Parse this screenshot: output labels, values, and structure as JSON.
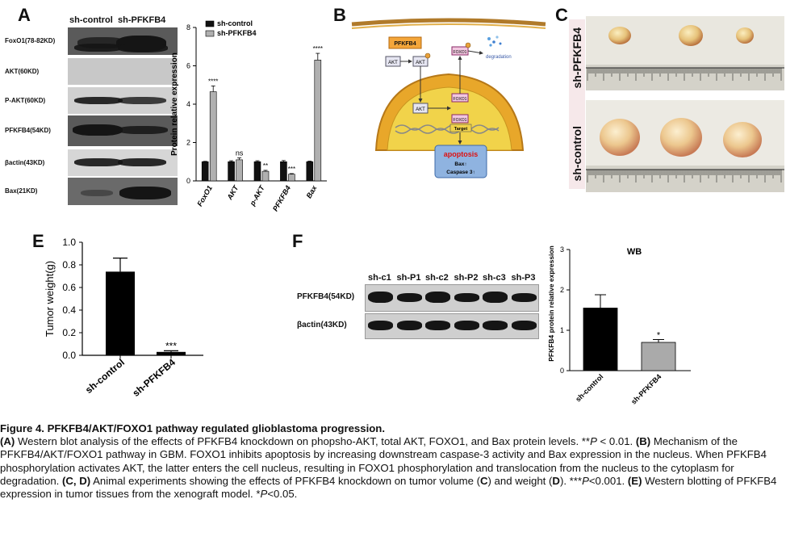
{
  "panels": {
    "a": "A",
    "b": "B",
    "c": "C",
    "e": "E",
    "f": "F"
  },
  "blot_a": {
    "columns": [
      "sh-control",
      "sh-PFKFB4"
    ],
    "rows": [
      "FoxO1(78-82KD)",
      "AKT(60KD)",
      "P-AKT(60KD)",
      "PFKFB4(54KD)",
      "βactin(43KD)",
      "Bax(21KD)"
    ]
  },
  "mechanism": {
    "pfkfb4": "PFKFB4",
    "akt": "AKT",
    "foxo1": "FOXO1",
    "degradation": "degradation",
    "target": "Target",
    "apoptosis": "apoptosis",
    "bax": "Bax↑",
    "caspase": "Caspase 3↑"
  },
  "photos": {
    "top_label": "sh-PFKFB4",
    "bottom_label": "sh-control"
  },
  "blot_f": {
    "columns": [
      "sh-c1",
      "sh-P1",
      "sh-c2",
      "sh-P2",
      "sh-c3",
      "sh-P3"
    ],
    "rows": [
      "PFKFB4(54KD)",
      "βactin(43KD)"
    ]
  },
  "chart_data": [
    {
      "id": "A-bar",
      "type": "bar",
      "categories": [
        "FoxO1",
        "AKT",
        "p-AKT",
        "PFKFB4",
        "Bax"
      ],
      "series": [
        {
          "name": "sh-control",
          "values": [
            1.0,
            1.0,
            1.0,
            1.0,
            1.0
          ],
          "errors": [
            0.02,
            0.05,
            0.05,
            0.06,
            0.03
          ],
          "color": "#111111"
        },
        {
          "name": "sh-PFKFB4",
          "values": [
            4.65,
            1.1,
            0.5,
            0.35,
            6.3
          ],
          "errors": [
            0.3,
            0.1,
            0.05,
            0.03,
            0.35
          ],
          "color": "#b0b0b0"
        }
      ],
      "significance": [
        "****",
        "ns",
        "**",
        "***",
        "****"
      ],
      "ylabel": "Protein relative expression",
      "ylim": [
        0,
        8
      ],
      "yticks": [
        0,
        2,
        4,
        6,
        8
      ],
      "legend": "top-right"
    },
    {
      "id": "E-bar",
      "type": "bar",
      "categories": [
        "sh-control",
        "sh-PFKFB4"
      ],
      "values": [
        0.74,
        0.03
      ],
      "errors": [
        0.12,
        0.01
      ],
      "colors": [
        "#000000",
        "#000000"
      ],
      "significance": [
        "",
        "***"
      ],
      "ylabel": "Tumor weight(g)",
      "ylim": [
        0,
        1.0
      ],
      "yticks": [
        "0.0",
        "0.2",
        "0.4",
        "0.6",
        "0.8",
        "1.0"
      ]
    },
    {
      "id": "F-bar",
      "type": "bar",
      "title": "WB",
      "categories": [
        "sh-control",
        "sh-PFKFB4"
      ],
      "values": [
        1.55,
        0.7
      ],
      "errors": [
        0.33,
        0.07
      ],
      "colors": [
        "#000000",
        "#aaaaaa"
      ],
      "significance": [
        "",
        "*"
      ],
      "ylabel": "PFKFB4 protein relative expression",
      "ylim": [
        0,
        3
      ],
      "yticks": [
        "0",
        "1",
        "2",
        "3"
      ]
    }
  ],
  "caption": {
    "title": "Figure 4. PFKFB4/AKT/FOXO1 pathway regulated glioblastoma progression.",
    "p1_a": "(A)",
    "p1_a_text": " Western blot analysis of the effects of PFKFB4 knockdown on phopsho-AKT, total AKT, FOXO1, and Bax protein levels. **",
    "p1_p": "P",
    "p1_a_text2": " < 0.01. ",
    "p1_b": "(B)",
    "p1_b_text": " Mechanism of the PFKFB4/AKT/FOXO1 pathway in GBM. FOXO1 inhibits apoptosis by increasing downstream caspase-3 activity and Bax expression in the nucleus. When PFKFB4 phosphorylation activates AKT, the latter enters the cell nucleus, resulting in FOXO1 phosphorylation and translocation from the nucleus to the cytoplasm for degradation. ",
    "p1_cd": "(C, D)",
    "p1_cd_text": " Animal experiments showing the effects of PFKFB4 knockdown on tumor volume (",
    "p1_c": "C",
    "p1_cd_text2": ") and weight (",
    "p1_d": "D",
    "p1_cd_text3": "). ***",
    "p1_p2": "P",
    "p1_cd_text4": "<0.001. ",
    "p1_e": "(E)",
    "p1_e_text": " Western blotting of PFKFB4 expression in tumor tissues from the xenograft model. *",
    "p1_p3": "P",
    "p1_e_text2": "<0.05."
  }
}
